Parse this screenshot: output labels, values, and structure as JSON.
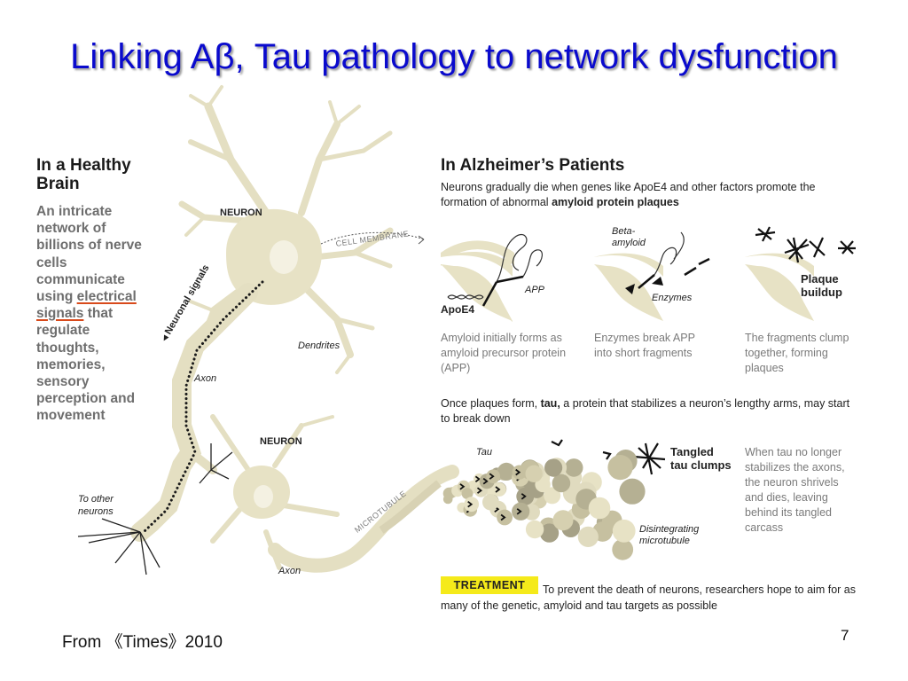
{
  "title": "Linking Aβ, Tau pathology to network dysfunction",
  "healthy": {
    "heading": "In a Healthy Brain",
    "desc_before": "An intricate network of billions of nerve cells communicate using ",
    "desc_underlined": "electrical signals",
    "desc_after": " that regulate thoughts, memories, sensory perception and movement"
  },
  "neuron_labels": {
    "neuron_top": "NEURON",
    "neuron_bottom": "NEURON",
    "cell_membrane": "CELL MEMBRANE",
    "neuronal_signals": "Neuronal signals",
    "dendrites": "Dendrites",
    "axon_top": "Axon",
    "axon_bottom": "Axon",
    "to_other_neurons": "To other neurons",
    "microtubule": "MICROTUBULE"
  },
  "alzheimers": {
    "heading": "In Alzheimer’s Patients",
    "intro_before": "Neurons gradually die when genes like ApoE4 and other factors promote the formation of abnormal ",
    "intro_bold": "amyloid protein plaques",
    "panels": [
      {
        "label_apoe4": "ApoE4",
        "label_app": "APP",
        "caption": "Amyloid initially forms as amyloid precursor protein (APP)"
      },
      {
        "label_beta": "Beta-amyloid",
        "label_enzymes": "Enzymes",
        "caption": "Enzymes break APP into short fragments"
      },
      {
        "label_plaque": "Plaque buildup",
        "caption": "The fragments clump together, forming plaques"
      }
    ],
    "tau_before": "Once plaques form, ",
    "tau_bold": "tau,",
    "tau_after": " a protein that stabilizes a neuron’s lengthy arms, may start to break down",
    "tau_label": "Tau",
    "tangled_label": "Tangled tau clumps",
    "disintegrating_label": "Disintegrating microtubule",
    "tau_caption": "When tau no longer stabilizes the axons, the neuron shrivels and dies, leaving behind its tangled carcass",
    "treatment_badge": "TREATMENT",
    "treatment_text": "To prevent the death of neurons, researchers hope to aim for as many of the genetic, amyloid and tau targets as possible"
  },
  "footer": {
    "source": "From 《Times》2010",
    "page_number": "7"
  },
  "colors": {
    "title": "#0a0acd",
    "neuron_fill": "#e7e2c5",
    "neuron_stroke": "#d4cda6",
    "underline": "#d84a1b",
    "treatment_badge": "#f5ea1a"
  }
}
